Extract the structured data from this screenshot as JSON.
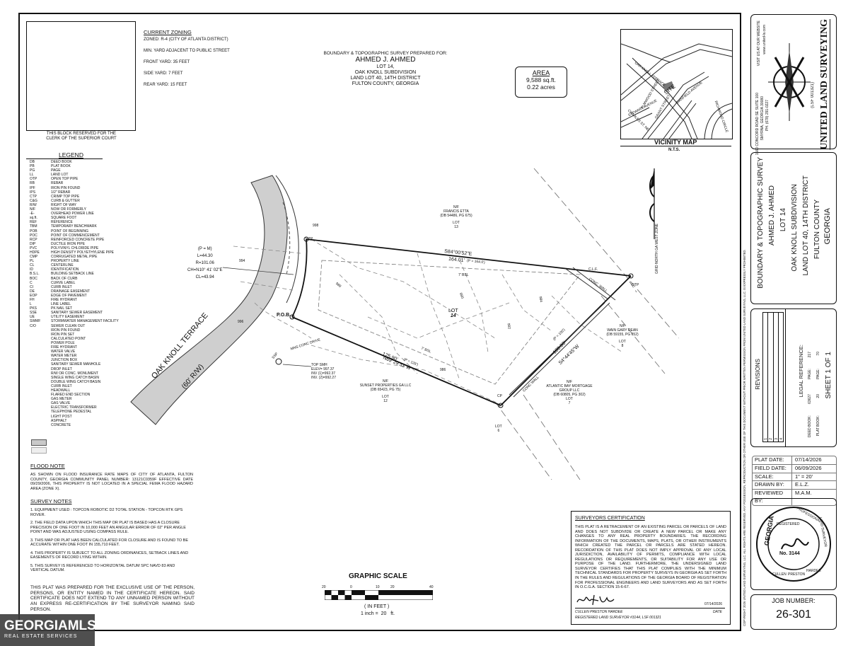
{
  "zoning": {
    "title": "CURRENT ZONING",
    "lines": [
      "ZONED: R-4 (CITY OF ATLANTA DISTRICT)",
      "MIN. YARD ADJACENT TO PUBLIC STREET",
      "FRONT YARD: 35 FEET",
      "SIDE YARD: 7 FEET",
      "REAR YARD: 15 FEET"
    ]
  },
  "clerk_block": {
    "caption": "THIS BLOCK RESERVED FOR THE CLERK OF THE SUPERIOR COURT"
  },
  "header": {
    "prepared_for": "BOUNDARY & TOPOGRAPHIC SURVEY PREPARED FOR:",
    "owner": "AHMED J. AHMED",
    "lot": "LOT 14,",
    "subdivision": "OAK KNOLL SUBDIVISION",
    "land_lot": "LAND LOT 40, 14TH DISTRICT",
    "county": "FULTON COUNTY, GEORGIA"
  },
  "area": {
    "label": "AREA",
    "sqft": "9,588 sq.ft.",
    "acres": "0.22 acres"
  },
  "vicinity": {
    "title": "VICINITY MAP",
    "scale": "N.T.S.",
    "site": "SITE",
    "streets": [
      "OAK KNOLL TERRACE",
      "ELMWOOD STREET",
      "GRANT STREET",
      "STEWART AVENUE",
      "CHARLES ST. NE",
      "DANFIELD AVENUE",
      "RICHMOND CIRCLE"
    ]
  },
  "legend": {
    "title": "LEGEND",
    "items": [
      [
        "DB",
        "DEED BOOK"
      ],
      [
        "PB",
        "PLAT BOOK"
      ],
      [
        "PG",
        "PAGE"
      ],
      [
        "LL",
        "LAND LOT"
      ],
      [
        "OTP",
        "OPEN TOP PIPE"
      ],
      [
        "RB",
        "REBAR"
      ],
      [
        "IPF",
        "IRON PIN FOUND"
      ],
      [
        "IPS",
        "1/2\" REBAR"
      ],
      [
        "CTP",
        "CRIMP TOP PIPE"
      ],
      [
        "C&G",
        "CURB & GUTTER"
      ],
      [
        "R/W",
        "RIGHT OF WAY"
      ],
      [
        "N/F",
        "NOW OR FORMERLY"
      ],
      [
        "-E-",
        "OVERHEAD POWER LINE"
      ],
      [
        "sq.ft.",
        "SQUARE FOOT"
      ],
      [
        "REF",
        "REFERENCE"
      ],
      [
        "TBM",
        "TEMPORARY BENCHMARK"
      ],
      [
        "POB",
        "POINT OF BEGINNING"
      ],
      [
        "POC",
        "POINT OF COMMENCEMENT"
      ],
      [
        "RCP",
        "REINFORCED CONCRETE PIPE"
      ],
      [
        "DIP",
        "DUCTILE IRON PIPE"
      ],
      [
        "PVC",
        "POLYVINYL CHLORIDE PIPE"
      ],
      [
        "HDPE",
        "HIGH DENSITY POLYETHYLENE PIPE"
      ],
      [
        "CMP",
        "CORRUGATED METAL PIPE"
      ],
      [
        "PL",
        "PROPERTY LINE"
      ],
      [
        "CL",
        "CENTERLINE"
      ],
      [
        "ID",
        "IDENTIFICATION"
      ],
      [
        "B.S.L.",
        "BUILDING SETBACK LINE"
      ],
      [
        "BOC",
        "BACK OF CURB"
      ],
      [
        "C",
        "CURVE LABEL"
      ],
      [
        "CI",
        "CURB INLET"
      ],
      [
        "DE",
        "DRAINAGE EASEMENT"
      ],
      [
        "EOP",
        "EDGE OF PAVEMENT"
      ],
      [
        "FH",
        "FIRE HYDRANT"
      ],
      [
        "L",
        "LINE LABEL"
      ],
      [
        "PKS",
        "PK NAIL SET"
      ],
      [
        "SSE",
        "SANITARY SEWER EASEMENT"
      ],
      [
        "UE",
        "UTILITY EASEMENT"
      ],
      [
        "SWMF",
        "STORMWATER MANAGEMENT FACILITY"
      ],
      [
        "C/O",
        "SEWER CLEAN OUT"
      ],
      [
        "",
        "IRON PIN FOUND"
      ],
      [
        "",
        "IRON PIN SET"
      ],
      [
        "",
        "CALCULATED POINT"
      ],
      [
        "",
        "POWER POLE"
      ],
      [
        "",
        "FIRE HYDRANT"
      ],
      [
        "",
        "WATER VALVE"
      ],
      [
        "",
        "WATER METER"
      ],
      [
        "",
        "JUNCTION BOX"
      ],
      [
        "",
        "SANITARY SEWER MANHOLE"
      ],
      [
        "",
        "DROP INLET"
      ],
      [
        "",
        "R/W OR CONC. MONUMENT"
      ],
      [
        "",
        "SINGLE WING CATCH BASIN"
      ],
      [
        "",
        "DOUBLE WING CATCH BASIN"
      ],
      [
        "",
        "CURB INLET"
      ],
      [
        "",
        "HEADWALL"
      ],
      [
        "",
        "FLARED END SECTION"
      ],
      [
        "",
        "GAS METER"
      ],
      [
        "",
        "GAS VALVE"
      ],
      [
        "",
        "ELECTRIC TRANSFORMER"
      ],
      [
        "",
        "TELEPHONE PEDESTAL"
      ],
      [
        "",
        "LIGHT POST"
      ],
      [
        "",
        "ASPHALT"
      ],
      [
        "",
        "CONCRETE"
      ]
    ]
  },
  "flood": {
    "title": "FLOOD NOTE",
    "text": "AS SHOWN ON FLOOD INSURANCE RATE MAPS OF CITY OF ATLANTA, FULTON COUNTY, GEORGIA COMMUNITY PANEL NUMBER: 13121C0359F EFFECTIVE DATE 09/29/2006, THIS PROPERTY IS NOT LOCATED IN A SPECIAL FEMA FLOOD HAZARD AREA (ZONE X)."
  },
  "survey_notes": {
    "title": "SURVEY NOTES",
    "items": [
      "1. EQUIPMENT USED : TOPCON ROBOTIC D2 TOTAL STATION - TOPCON RTK GPS ROVER.",
      "2. THE FIELD DATA UPON WHICH THIS MAP OR PLAT IS BASED HAS A CLOSURE PRECISION OF ONE FOOT IN 10,000 FEET AN ANGULAR ERROR OF 02\" PER ANGLE POINT AND WAS ADJUSTED USING COMPASS RULE.",
      "3. THIS MAP OR PLAT HAS BEEN CALCULATED FOR CLOSURE AND IS FOUND TO BE ACCURATE WITHIN ONE FOOT IN 155,710 FEET.",
      "4. THIS PROPERTY IS SUBJECT TO ALL ZONING ORDINANCES, SETBACK LINES AND EASEMENTS OF RECORD LYING WITHIN.",
      "5. THIS SURVEY IS REFERENCED TO HORIZONTAL DATUM SPC NAVD 83 AND VERTICAL DATUM."
    ],
    "footer": "THIS PLAT WAS PREPARED FOR THE EXCLUSIVE USE OF THE PERSON, PERSONS, OR ENTITY NAMED IN THE CERTIFICATE HEREON. SAID CERTIFICATE DOES NOT EXTEND TO ANY UNNAMED PERSON WITHOUT AN EXPRESS RE-CERTIFICATION BY THE SURVEYOR NAMING SAID PERSON."
  },
  "plan": {
    "street": "OAK KNOLL TERRACE",
    "row": "(60' R/W)",
    "curve": [
      "(P = M)",
      "L=44.30",
      "R=101.06",
      "CH=N10° 41' 02\"E",
      "CL=43.94"
    ],
    "bearing_north": "S84°00'52\"E",
    "dist_north": "164.01'",
    "dist_north_ref": "(P = 164.0')",
    "bearing_south": "N69°29'33\"W",
    "dist_south": "125.90'",
    "dist_south_ref": "(P = 126')",
    "bearing_east": "S4°44'45\"W",
    "dist_east": "100.00'",
    "dist_east_ref": "(P = 100')",
    "lot_label": "LOT",
    "lot_number": "14",
    "pob": "P.O.B.",
    "otp": "OTP",
    "cp": "CP",
    "bsl": "7' BSL",
    "contours": [
      "994",
      "996",
      "988",
      "990",
      "992",
      "984",
      "986",
      "998"
    ],
    "grid_north": "GRID NORTH GA WEST ZONE",
    "neighbors": [
      {
        "nf": "N/F",
        "name": "FRANCIS ETTA",
        "ref": "(DB 54486, PG 675)",
        "lot": "LOT",
        "lot_no": "13"
      },
      {
        "nf": "N/F",
        "name": "WAIN GARY DEAN",
        "ref": "(DB 59155, PG 652)",
        "lot": "LOT",
        "lot_no": "8"
      },
      {
        "nf": "N/F",
        "name": "ATLANTIC BAY MORTGAGE GROUP LLC",
        "ref": "(DB 60805, PG 302)",
        "lot": "LOT",
        "lot_no": "7"
      },
      {
        "nf": "N/F",
        "name": "SUNSET PROPERTIES GA LLC",
        "ref": "(DB 65423, PG 75)",
        "lot": "LOT",
        "lot_no": "12"
      }
    ],
    "lot6": "LOT",
    "lot6_no": "6",
    "conc_drive": "MNS CONC DRIVE",
    "conc_wall": "CONC. WALL",
    "conc_wall2": "CONC WALL",
    "clf": "C.L.F.",
    "top_smh": [
      "TOP SMH",
      "ELEV= 997.37",
      "INV (1)=992.37",
      "INV. (2)=992.27"
    ],
    "ssp": "SSP"
  },
  "graphic_scale": {
    "title": "GRAPHIC SCALE",
    "ticks": [
      "20",
      "0",
      "10",
      "20",
      "40"
    ],
    "unit": "( IN FEET )",
    "ratio": "1 inch =  20   ft."
  },
  "certification": {
    "title": "SURVEYORS CERTIFICATION",
    "text": "THIS PLAT IS A RETRACEMENT OF AN EXISTING PARCEL OR PARCELS OF LAND AND DOES NOT SUBDIVIDE OR CREATE A NEW PARCEL OR MAKE ANY CHANGES TO ANY REAL PROPERTY BOUNDARIES. THE RECORDING INFORMATION OF THE DOCUMENTS, MAPS, PLATS, OR OTHER INSTRUMENTS WHICH CREATED THE PARCEL OR PARCELS ARE STATED HEREON. RECORDATION OF THIS PLAT DOES NOT IMPLY APPROVAL OF ANY LOCAL JURISDICTION, AVAILABILITY OF PERMITS, COMPLIANCE WITH LOCAL REGULATIONS OR REQUIREMENTS, OR SUITABILITY FOR ANY USE OR PURPOSE OF THE LAND. FURTHERMORE, THE UNDERSIGNED LAND SURVEYOR CERTIFIES THAT THIS PLAT COMPLIES WITH THE MINIMUM TECHNICAL STANDARDS FOR PROPERTY SURVEYS IN GEORGIA AS SET FORTH IN THE RULES AND REGULATIONS OF THE GEORGIA BOARD OF REGISTRATION FOR PROFESSIONAL ENGINEERS AND LAND SURVEYORS AND AS SET FORTH IN O.C.G.A. SECTION 15-6-67.",
    "date": "07/14/2026",
    "name": "CULLEN PRESTON HARDEE",
    "reg": "REGISTERED LAND SURVEYOR #3144, LSF 001321",
    "date_label": "DATE"
  },
  "titleblock": {
    "company": "UNITED LAND SURVEYING",
    "company_sub": "(LSF 001321)",
    "addr": [
      "1560 CONCORD ROAD SE SUITE 100",
      "SMYRNA, GEORGIA 30080",
      "PH. (678) 291-0227"
    ],
    "web": [
      "VISIT US AT OUR WEBSITE",
      "www.united-ls.com"
    ],
    "title_lines": [
      "BOUNDARY & TOPOGRAPHIC SURVEY",
      "AHMED J. AHMED",
      "LOT 14",
      "OAK KNOLL SUBDIVISION",
      "LAND LOT 40, 14TH DISTRICT",
      "FULTON COUNTY",
      "GEORGIA"
    ],
    "copyright": "COPYRIGHT 2026 UNITED LAND SURVEYING, LLC. ALL RIGHTS ARE RESERVED. ANY POSSESSION, REPRODUCTION OR OTHER USE OF THIS DOCUMENT WITHOUT PRIOR WRITTEN PERMISSION FROM UNITED LAND SURVEYING, LLC. IS EXPRESSLY PROHIBITED.",
    "revisions": "REVISIONS",
    "rev_numbers": [
      "1",
      "2",
      "3",
      "4"
    ],
    "legal_title": "LEGAL REFERENCE:",
    "deed_book": "DEED BOOK:",
    "deed_book_val": "63627",
    "page1": "PAGE:",
    "page1_val": "217",
    "plat_book": "PLAT BOOK:",
    "plat_book_val": "20",
    "page2": "PAGE:",
    "page2_val": "70",
    "sheet": "SHEET 1 OF 1",
    "info": [
      [
        "PLAT DATE:",
        "07/14/2026"
      ],
      [
        "FIELD DATE:",
        "06/09/2026"
      ],
      [
        "SCALE:",
        "1\" = 20'"
      ],
      [
        "DRAWN BY:",
        "E.L.Z."
      ],
      [
        "REVIEWED BY:",
        "M.A.M."
      ]
    ],
    "seal": [
      "GEORGIA",
      "REGISTERED",
      "No. 3144",
      "CULLEN",
      "PRESTON",
      "HARDEE",
      "PROFESSIONAL",
      "LAND SURVEYOR"
    ],
    "job_label": "JOB NUMBER:",
    "job_number": "26-301"
  },
  "watermark": {
    "brand": "GEORGIAMLS",
    "sub": "REAL ESTATE SERVICES"
  }
}
